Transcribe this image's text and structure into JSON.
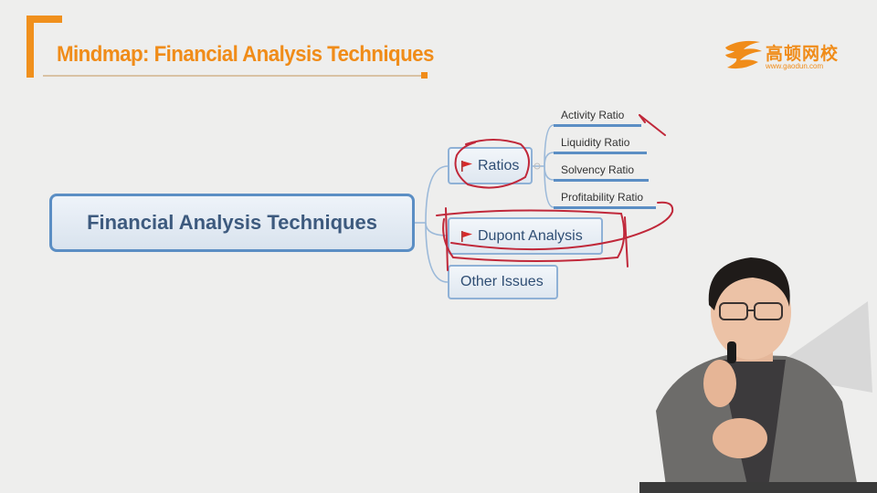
{
  "slide": {
    "title": "Mindmap: Financial Analysis Techniques",
    "logo_cn": "高顿网校",
    "logo_url": "www.gaodun.com"
  },
  "mindmap": {
    "root": "Financial Analysis Techniques",
    "branches": [
      {
        "label": "Ratios",
        "flag": true
      },
      {
        "label": "Dupont Analysis",
        "flag": true
      },
      {
        "label": "Other Issues",
        "flag": false
      }
    ],
    "ratio_leaves": [
      "Activity Ratio",
      "Liquidity Ratio",
      "Solvency Ratio",
      "Profitability Ratio"
    ]
  },
  "colors": {
    "accent": "#f08c19",
    "node_border": "#5b8ec4",
    "annotation": "#c0283a"
  }
}
